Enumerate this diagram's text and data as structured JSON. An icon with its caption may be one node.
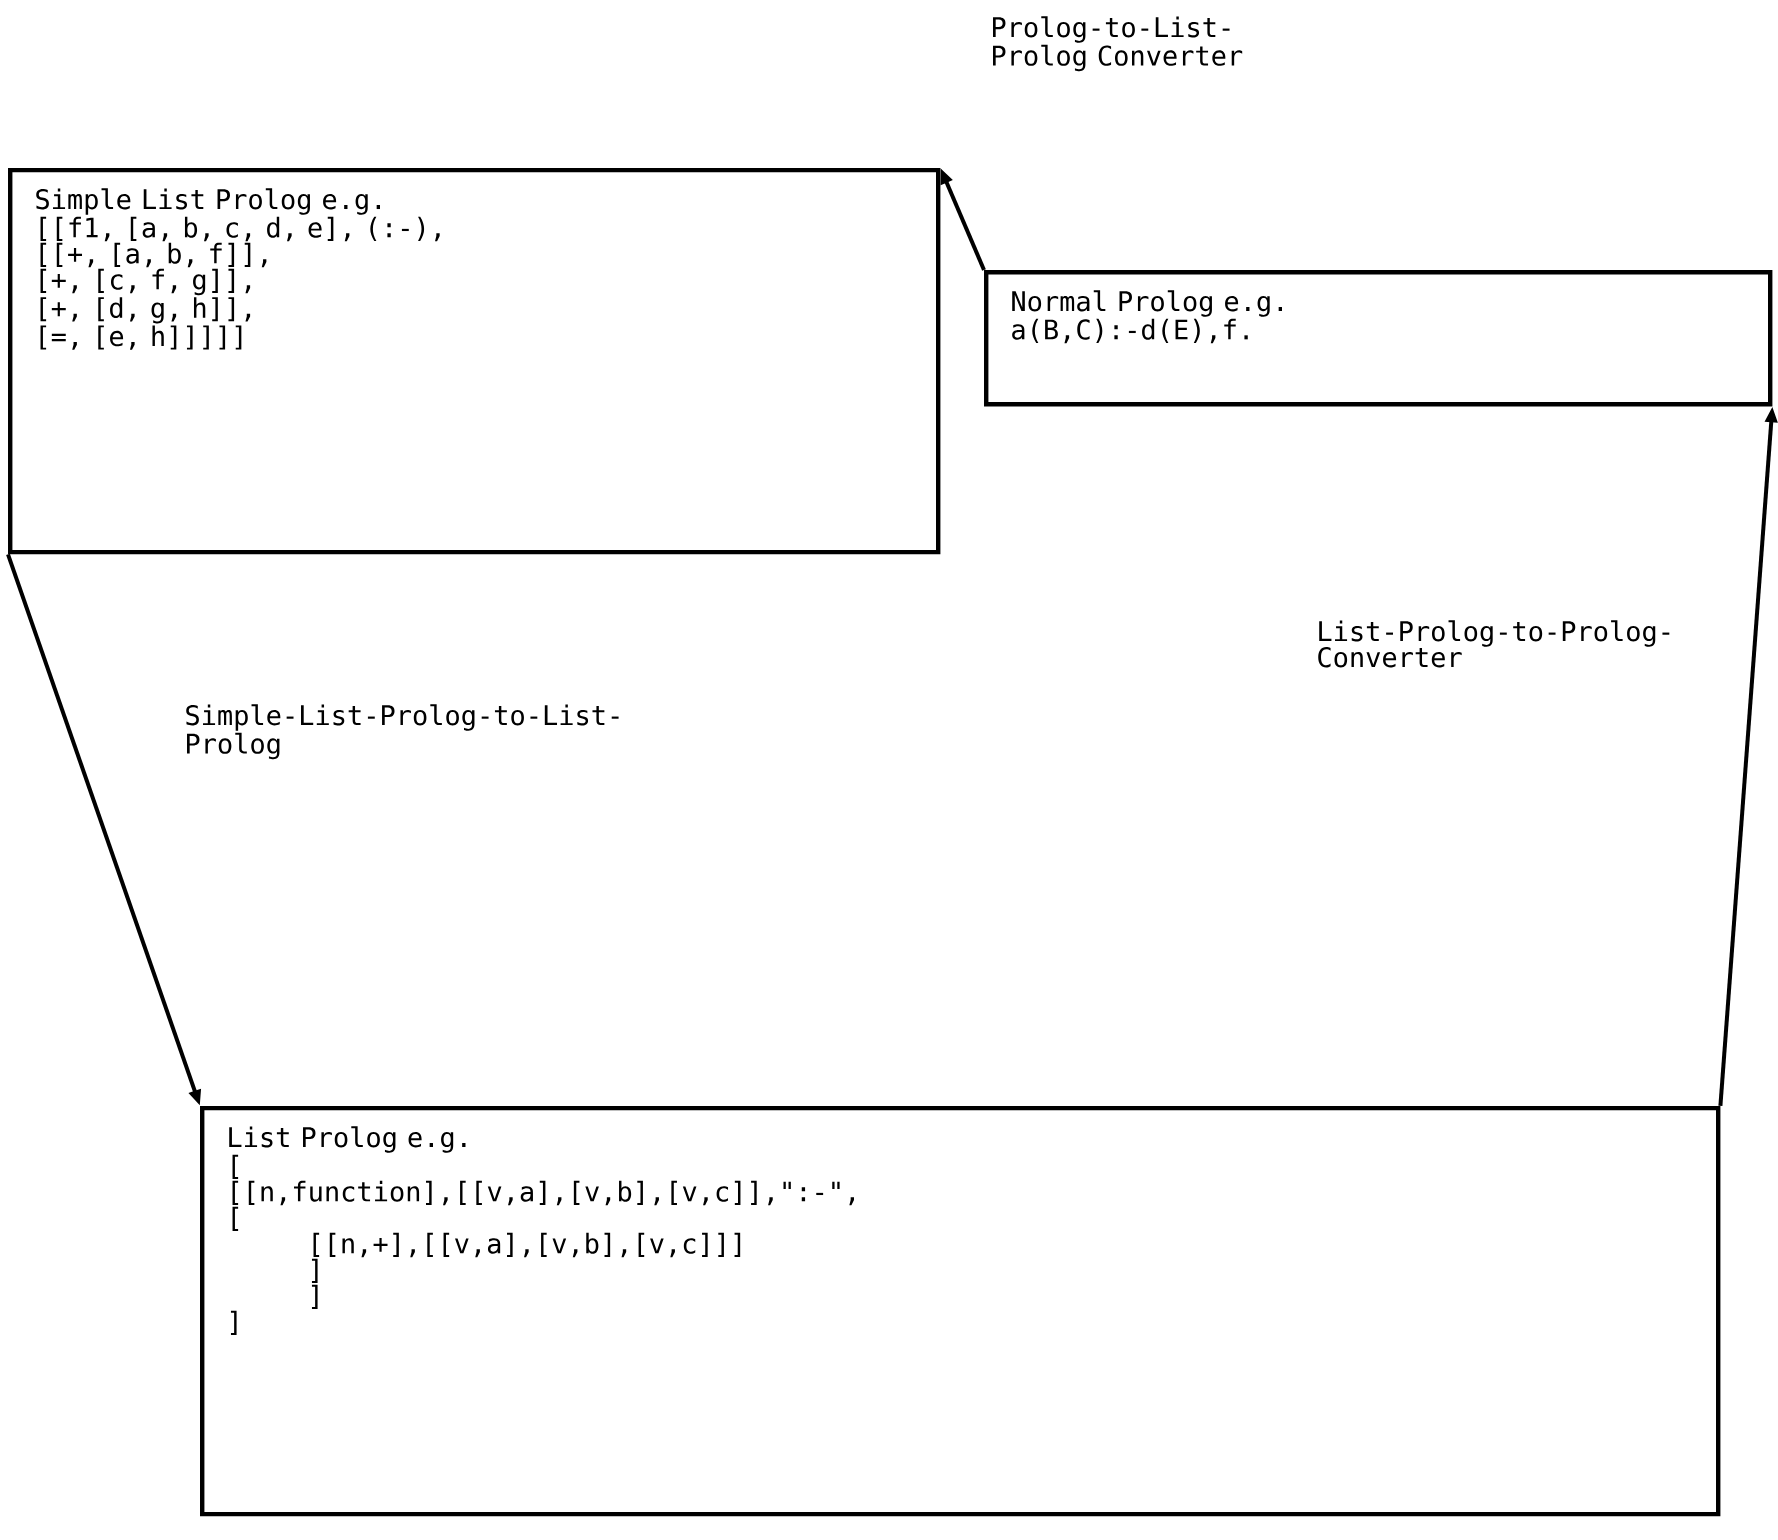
{
  "diagram": {
    "nodes": [
      {
        "text": [
          "Simple List Prolog e.g.",
          "[[f1, [a, b, c, d, e], (:-),",
          "[[+, [a, b, f]],",
          "[+, [c, f, g]],",
          "[+, [d, g, h]],",
          "[=, [e, h]]]]]"
        ]
      },
      {
        "text": [
          "Normal Prolog e.g.",
          "a(B,C):-d(E),f."
        ]
      },
      {
        "text": [
          "List Prolog e.g.",
          "[",
          "[[n,function],[[v,a],[v,b],[v,c]],\":-\",",
          "[",
          "[[n,+],[[v,a],[v,b],[v,c]]]",
          "]",
          "]",
          "]"
        ]
      }
    ],
    "edges": [
      {
        "from": 1,
        "to": 0,
        "arrow": "to",
        "label": "Prolog-to-List-Prolog Converter"
      },
      {
        "from": 0,
        "to": 2,
        "arrow": "to",
        "label": "Simple-List-Prolog-to-List-Prolog"
      },
      {
        "from": 2,
        "to": 1,
        "arrow": "to",
        "label": "List-Prolog-to-Prolog-Converter"
      }
    ]
  }
}
